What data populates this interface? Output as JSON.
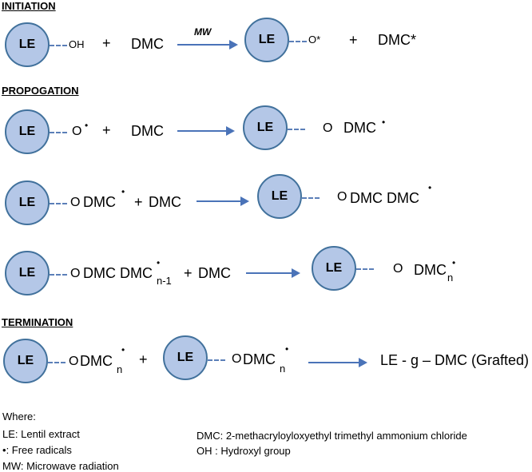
{
  "headings": {
    "initiation": "INITIATION",
    "propogation": "PROPOGATION",
    "termination": "TERMINATION"
  },
  "circle_label": "LE",
  "plus": "+",
  "dot": "•",
  "initiation": {
    "oh": "OH",
    "dmc": "DMC",
    "arrow_label": "MW",
    "o_star": "O*",
    "dmc_star": "DMC*"
  },
  "prop1": {
    "o": "O",
    "dmc": "DMC",
    "prod_o": "O",
    "prod_dmc": "DMC"
  },
  "prop2": {
    "o": "O",
    "dmc1": "DMC",
    "dmc2": "DMC",
    "prod_o": "O",
    "prod_dmc": "DMC DMC"
  },
  "prop3": {
    "o": "O",
    "dmc": "DMC DMC",
    "sub": "n-1",
    "dmc2": "DMC",
    "prod_o": "O",
    "prod_dmc": "DMC",
    "prod_sub": "n"
  },
  "termination": {
    "o": "O",
    "dmc": "DMC",
    "sub": "n",
    "product": "LE - g – DMC (Grafted)"
  },
  "legend": {
    "where": "Where:",
    "le": "LE: Lentil extract",
    "radicals": ": Free radicals",
    "mw": "MW: Microwave radiation",
    "dmc": "DMC: 2-methacryloyloxyethyl trimethyl ammonium chloride",
    "oh": "OH : Hydroxyl group"
  }
}
